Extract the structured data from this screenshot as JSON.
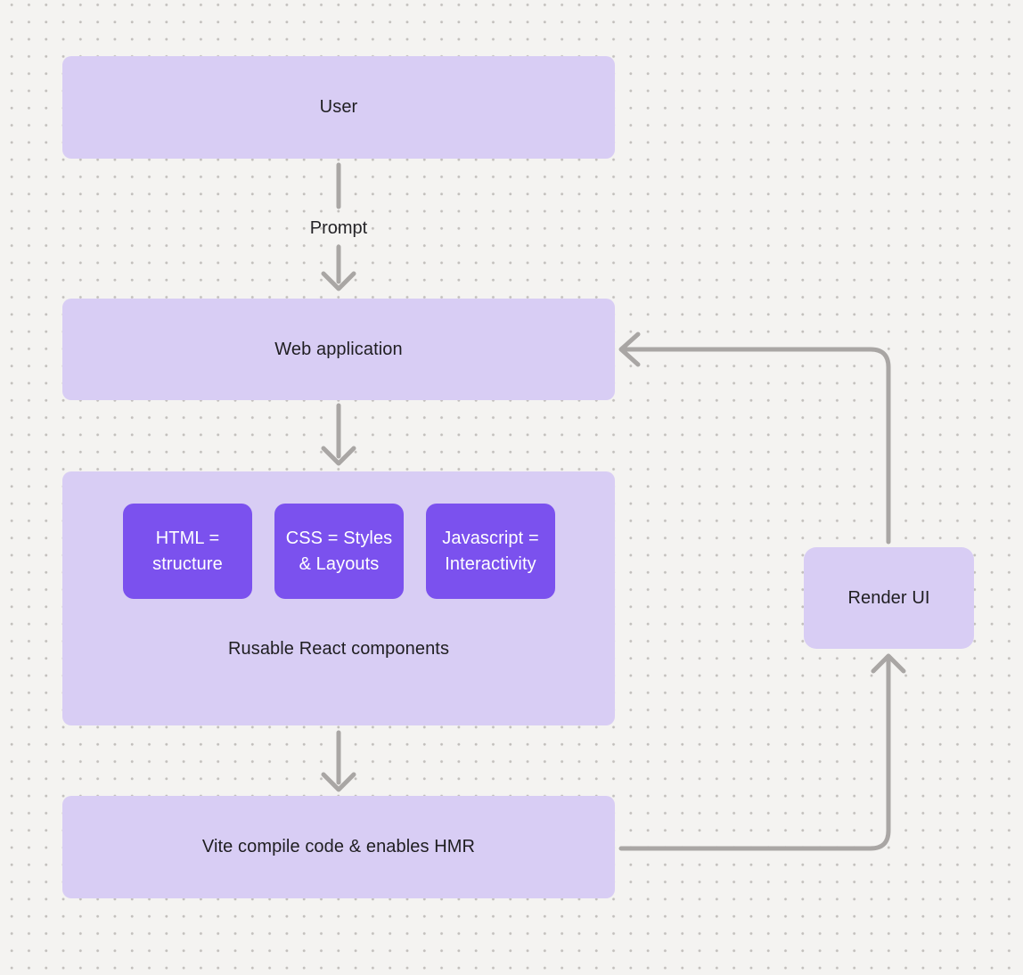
{
  "canvas": {
    "background_color": "#f4f3f1",
    "dot_grid_color": "#c2bfbc",
    "node_fill_color": "#d8cdf4",
    "chip_fill_color": "#7b51ee",
    "connector_color": "#a9a6a4",
    "text_dark_color": "#1f1e21",
    "text_light_color": "#ffffff"
  },
  "nodes": {
    "user": {
      "label": "User"
    },
    "web_application": {
      "label": "Web application"
    },
    "components_group": {
      "caption": "Rusable React components",
      "chips": [
        {
          "lines": [
            "HTML =",
            "structure"
          ]
        },
        {
          "lines": [
            "CSS = Styles",
            "& Layouts"
          ]
        },
        {
          "lines": [
            "Javascript =",
            "Interactivity"
          ]
        }
      ]
    },
    "vite": {
      "label": "Vite compile code & enables HMR"
    },
    "render_ui": {
      "label": "Render UI"
    }
  },
  "edges": {
    "user_to_webapp": {
      "label": "Prompt"
    },
    "webapp_to_components": {
      "label": ""
    },
    "components_to_vite": {
      "label": ""
    },
    "vite_to_render_ui": {
      "label": ""
    },
    "render_ui_to_webapp": {
      "label": ""
    }
  }
}
